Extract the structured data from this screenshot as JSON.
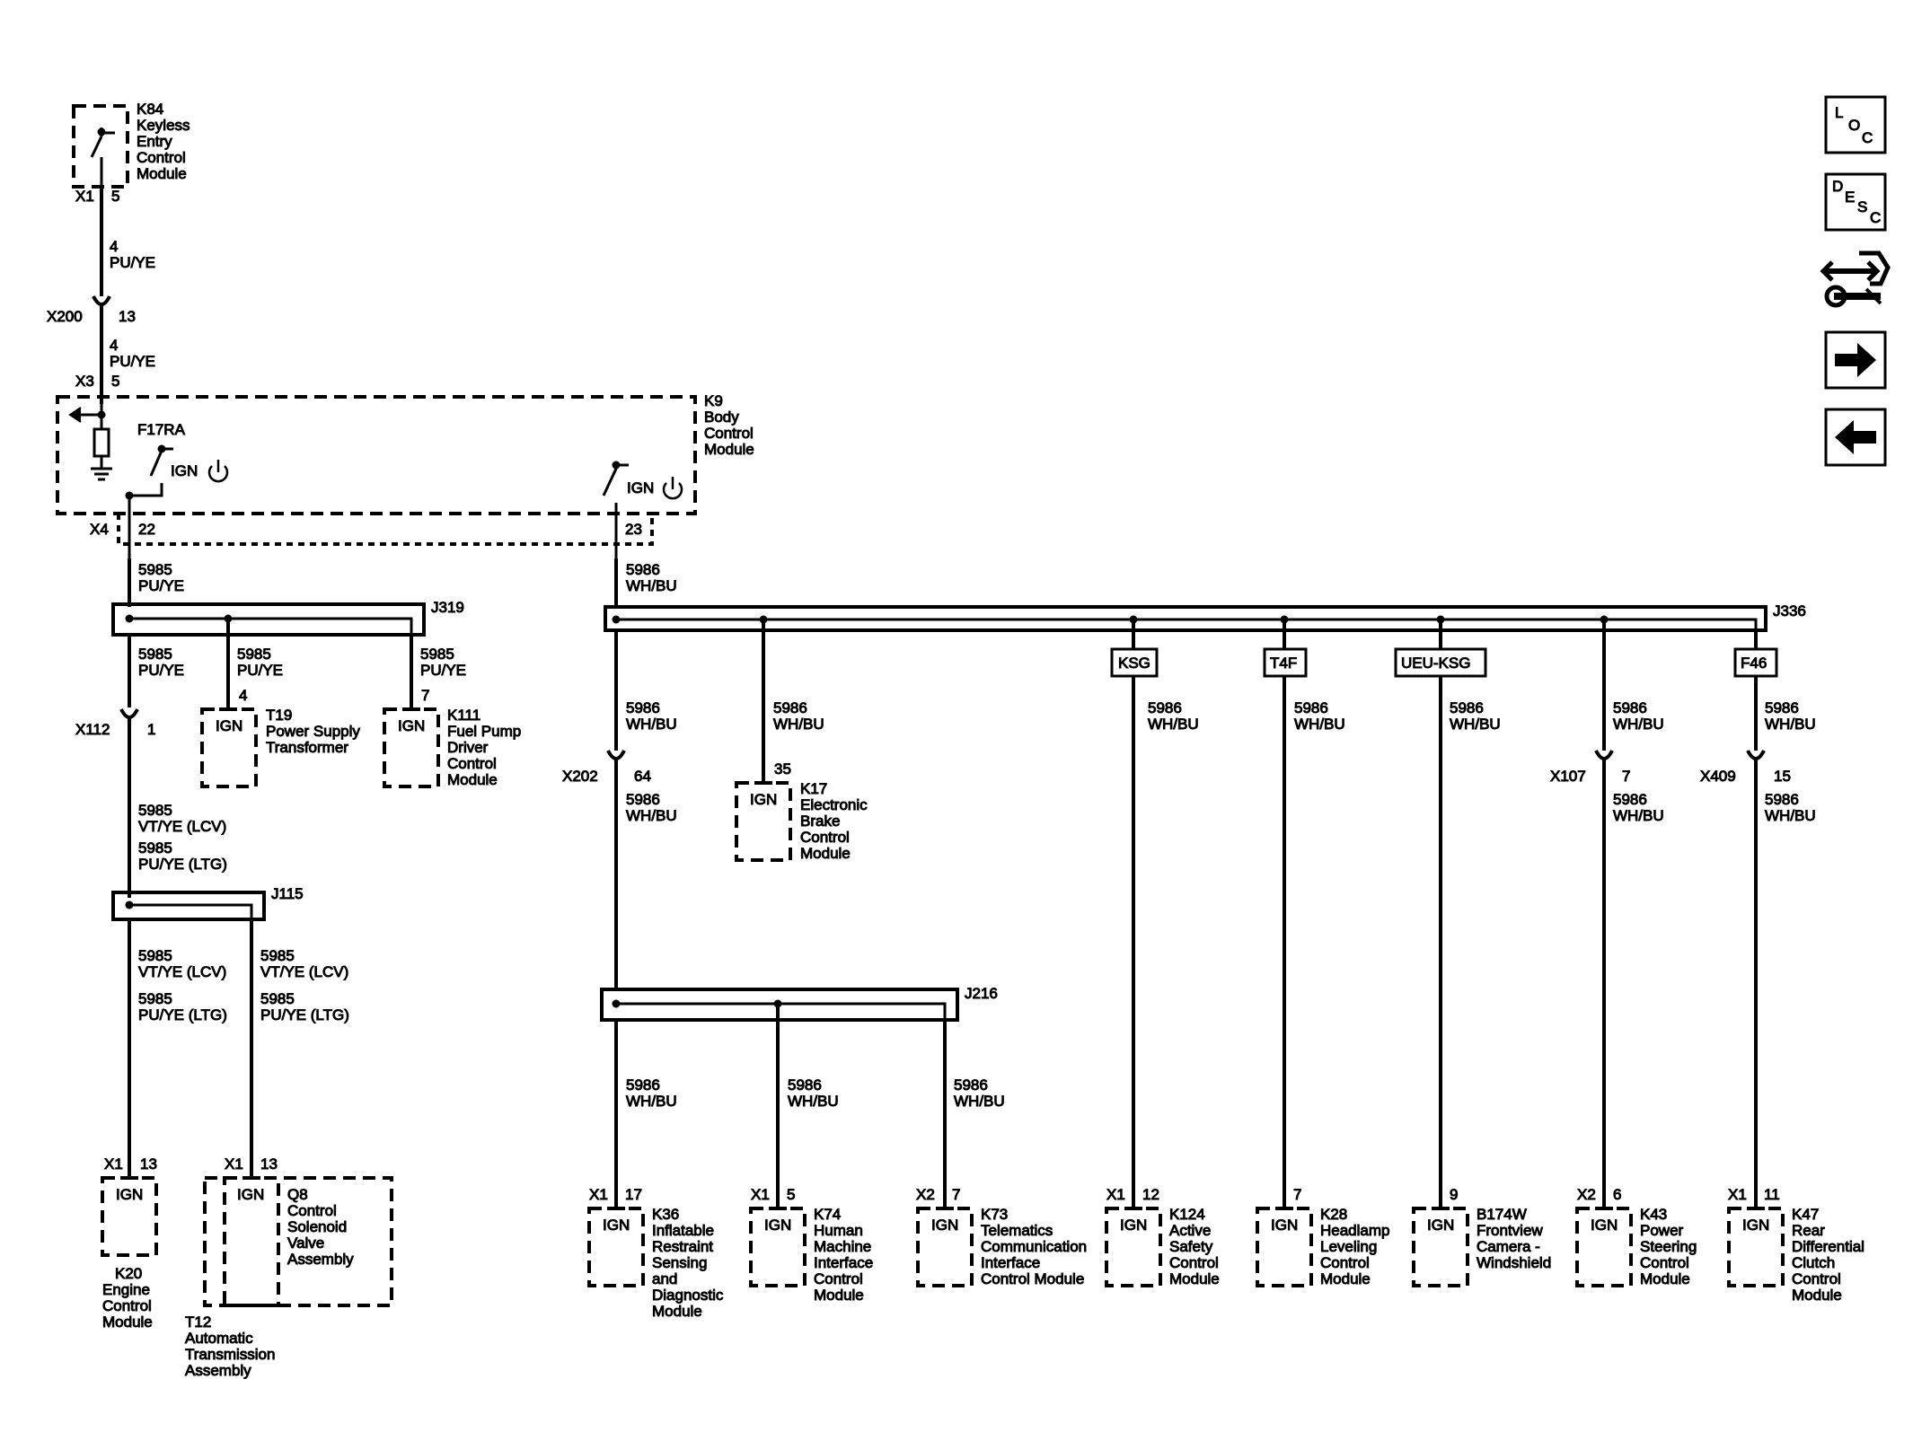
{
  "nav": {
    "loc": {
      "l1": "L",
      "l2": "O",
      "l3": "C"
    },
    "desc": {
      "l1": "D",
      "l2": "E",
      "l3": "S",
      "l4": "C"
    },
    "tool_icon": "connector-tool-icon",
    "next_icon": "arrow-right-icon",
    "prev_icon": "arrow-left-icon"
  },
  "components": {
    "k84": {
      "ref": "K84",
      "lines": [
        "Keyless",
        "Entry",
        "Control",
        "Module"
      ],
      "conn": "X1",
      "pin": "5"
    },
    "k9": {
      "ref": "K9",
      "lines": [
        "Body",
        "Control",
        "Module"
      ],
      "x3": "X3",
      "x3_pin": "5",
      "x4": "X4",
      "pin22": "22",
      "pin23": "23",
      "fuse": "F17RA",
      "ign_left": "IGN",
      "ign_right": "IGN"
    },
    "t19": {
      "ref": "T19",
      "lines": [
        "Power Supply",
        "Transformer"
      ],
      "pin": "4",
      "ign": "IGN"
    },
    "k111": {
      "ref": "K111",
      "lines": [
        "Fuel Pump",
        "Driver",
        "Control",
        "Module"
      ],
      "pin": "7",
      "ign": "IGN"
    },
    "k17": {
      "ref": "K17",
      "lines": [
        "Electronic",
        "Brake",
        "Control",
        "Module"
      ],
      "pin": "35",
      "ign": "IGN"
    },
    "k20": {
      "ref": "K20",
      "lines": [
        "Engine",
        "Control",
        "Module"
      ],
      "conn": "X1",
      "pin": "13",
      "ign": "IGN"
    },
    "t12": {
      "ref": "T12",
      "lines": [
        "Automatic",
        "Transmission",
        "Assembly"
      ],
      "conn": "X1",
      "pin": "13",
      "ign": "IGN"
    },
    "q8": {
      "ref": "Q8",
      "lines": [
        "Control",
        "Solenoid",
        "Valve",
        "Assembly"
      ]
    },
    "k36": {
      "ref": "K36",
      "lines": [
        "Inflatable",
        "Restraint",
        "Sensing",
        "and",
        "Diagnostic",
        "Module"
      ],
      "conn": "X1",
      "pin": "17",
      "ign": "IGN"
    },
    "k74": {
      "ref": "K74",
      "lines": [
        "Human",
        "Machine",
        "Interface",
        "Control",
        "Module"
      ],
      "conn": "X1",
      "pin": "5",
      "ign": "IGN"
    },
    "k73": {
      "ref": "K73",
      "lines": [
        "Telematics",
        "Communication",
        "Interface",
        "Control Module"
      ],
      "conn": "X2",
      "pin": "7",
      "ign": "IGN"
    },
    "k124": {
      "ref": "K124",
      "lines": [
        "Active",
        "Safety",
        "Control",
        "Module"
      ],
      "conn": "X1",
      "pin": "12",
      "ign": "IGN"
    },
    "k28": {
      "ref": "K28",
      "lines": [
        "Headlamp",
        "Leveling",
        "Control",
        "Module"
      ],
      "pin": "7",
      "ign": "IGN"
    },
    "b174w": {
      "ref": "B174W",
      "lines": [
        "Frontview",
        "Camera -",
        "Windshield"
      ],
      "pin": "9",
      "ign": "IGN"
    },
    "k43": {
      "ref": "K43",
      "lines": [
        "Power",
        "Steering",
        "Control",
        "Module"
      ],
      "conn": "X2",
      "pin": "6",
      "ign": "IGN"
    },
    "k47": {
      "ref": "K47",
      "lines": [
        "Rear",
        "Differential",
        "Clutch",
        "Control",
        "Module"
      ],
      "conn": "X1",
      "pin": "11",
      "ign": "IGN"
    }
  },
  "connectors": {
    "x200": {
      "name": "X200",
      "pin": "13"
    },
    "x112": {
      "name": "X112",
      "pin": "1"
    },
    "x202": {
      "name": "X202",
      "pin": "64"
    },
    "x107": {
      "name": "X107",
      "pin": "7"
    },
    "x409": {
      "name": "X409",
      "pin": "15"
    }
  },
  "splices": {
    "j319": "J319",
    "j336": "J336",
    "j115": "J115",
    "j216": "J216"
  },
  "options": {
    "ksg": "KSG",
    "t4f": "T4F",
    "ueu_ksg": "UEU-KSG",
    "f46": "F46"
  },
  "wires": {
    "k84_x200": {
      "l1": "4",
      "l2": "PU/YE"
    },
    "x200_k9": {
      "l1": "4",
      "l2": "PU/YE"
    },
    "k9_j319": {
      "l1": "5985",
      "l2": "PU/YE"
    },
    "j319_x112": {
      "l1": "5985",
      "l2": "PU/YE"
    },
    "j319_t19": {
      "l1": "5985",
      "l2": "PU/YE"
    },
    "j319_k111": {
      "l1": "5985",
      "l2": "PU/YE"
    },
    "x112_j115": {
      "l1": "5985",
      "l2": "VT/YE  (LCV)",
      "l3": "5985",
      "l4": "PU/YE  (LTG)"
    },
    "j115_k20": {
      "l1": "5985",
      "l2": "VT/YE  (LCV)",
      "l3": "5985",
      "l4": "PU/YE  (LTG)"
    },
    "j115_t12": {
      "l1": "5985",
      "l2": "VT/YE  (LCV)",
      "l3": "5985",
      "l4": "PU/YE  (LTG)"
    },
    "k9_j336": {
      "l1": "5986",
      "l2": "WH/BU"
    },
    "j336_x202": {
      "l1": "5986",
      "l2": "WH/BU"
    },
    "x202_j216": {
      "l1": "5986",
      "l2": "WH/BU"
    },
    "j336_k17": {
      "l1": "5986",
      "l2": "WH/BU"
    },
    "ksg_k124": {
      "l1": "5986",
      "l2": "WH/BU"
    },
    "t4f_k28": {
      "l1": "5986",
      "l2": "WH/BU"
    },
    "ueu_b174w": {
      "l1": "5986",
      "l2": "WH/BU"
    },
    "j336_x107": {
      "l1": "5986",
      "l2": "WH/BU"
    },
    "x107_k43": {
      "l1": "5986",
      "l2": "WH/BU"
    },
    "f46_x409": {
      "l1": "5986",
      "l2": "WH/BU"
    },
    "x409_k47": {
      "l1": "5986",
      "l2": "WH/BU"
    },
    "j216_k36": {
      "l1": "5986",
      "l2": "WH/BU"
    },
    "j216_k74": {
      "l1": "5986",
      "l2": "WH/BU"
    },
    "j216_k73": {
      "l1": "5986",
      "l2": "WH/BU"
    }
  }
}
